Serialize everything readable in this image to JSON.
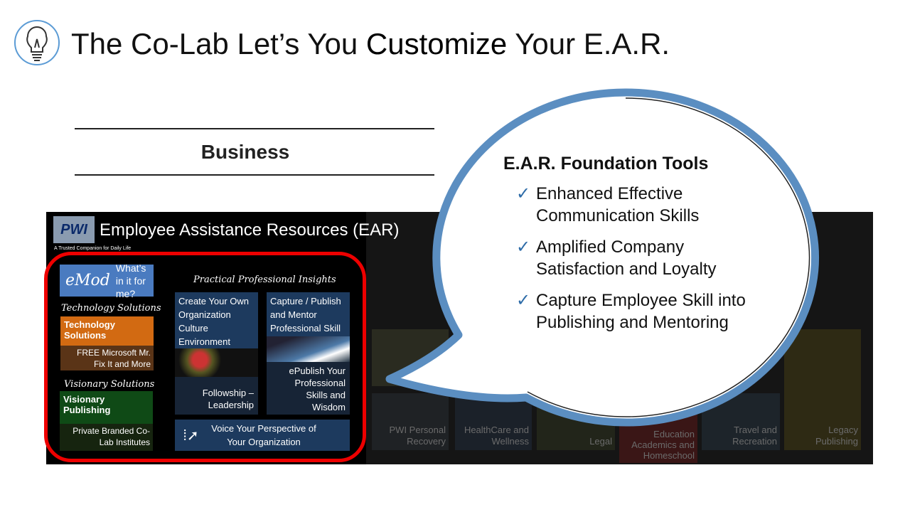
{
  "title": {
    "pre": "The Co-Lab Let’s You ",
    "bold": "Customize",
    "post": " Your E.A.R."
  },
  "section": "Business",
  "ear": {
    "logo": "PWI",
    "heading": "Employee Assistance Resources (EAR)",
    "tagline": "A Trusted Companion  for  Daily Life",
    "whats_in": "What’s in it for me?",
    "emod": "eMod",
    "tech_label": "Technology Solutions",
    "tech_tile": "Technology Solutions",
    "tech_sub": "FREE Microsoft Mr. Fix It and More",
    "vis_label": "Visionary Solutions",
    "vis_tile": "Visionary Publishing",
    "vis_sub": "Private Branded Co-Lab Institutes",
    "ppi": "Practical  Professional  Insights",
    "culture": "Create Your Own Organization Culture Environment",
    "follow": "Followship – Leadership",
    "capture": "Capture / Publish and Mentor Professional Skill",
    "epublish": "ePublish Your Professional Skills and Wisdom",
    "voice": "Voice Your Perspective of Your Organization"
  },
  "background_tiles": [
    "PWI Personal Recovery",
    "HealthCare and Wellness",
    "Legal",
    "Education Academics and Homeschool",
    "Travel and Recreation",
    "Legacy Publishing"
  ],
  "bubble": {
    "heading": "E.A.R.  Foundation Tools",
    "check": "✓",
    "items": [
      "Enhanced Effective Communication Skills",
      "Amplified Company Satisfaction and Loyalty",
      "Capture Employee Skill into Publishing and Mentoring"
    ]
  },
  "colors": {
    "bubble_stroke": "#5b8ec1",
    "highlight": "#e00000"
  }
}
